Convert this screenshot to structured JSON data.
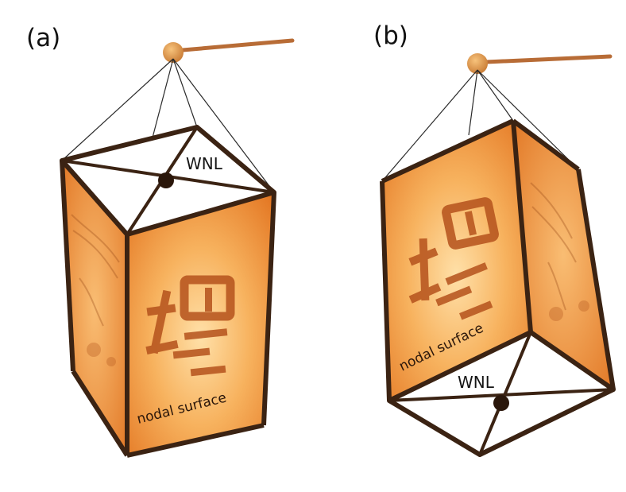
{
  "panels": [
    {
      "label": "(a)",
      "weyl_label": "WNL",
      "surface_label": "nodal surface"
    },
    {
      "label": "(b)",
      "weyl_label": "WNL",
      "surface_label": "nodal surface"
    }
  ],
  "colors": {
    "frame": "#3b2313",
    "panel_light": "#ffd08a",
    "panel_mid": "#f4a24a",
    "panel_dark": "#e37b22",
    "knob": "#e6a04c",
    "stick": "#b86c36",
    "glyph": "#b5521c"
  }
}
